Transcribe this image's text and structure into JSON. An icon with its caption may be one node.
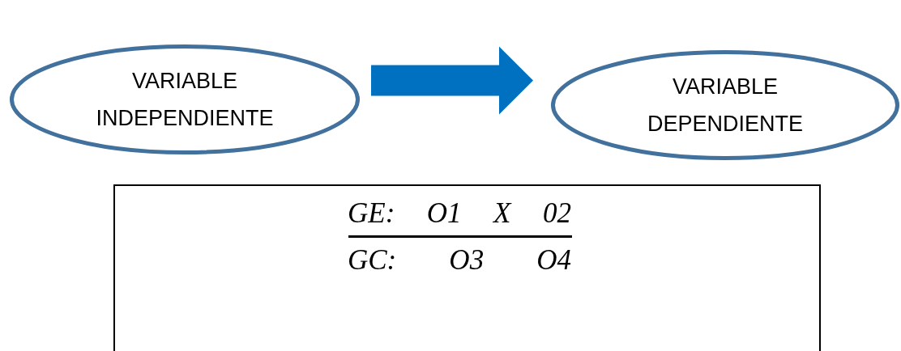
{
  "diagram": {
    "nodes": [
      {
        "text": [
          "VARIABLE INDEPENDIENTE"
        ]
      },
      {
        "text": [
          "VARIABLE DEPENDIENTE"
        ]
      },
      {
        "text": [
          "GE: O1 X 02",
          "GC: O3 O4"
        ]
      }
    ],
    "edges": [
      {
        "from": 0,
        "to": 1,
        "arrow": "to",
        "style": "thick",
        "color": "#0070c0"
      }
    ]
  }
}
